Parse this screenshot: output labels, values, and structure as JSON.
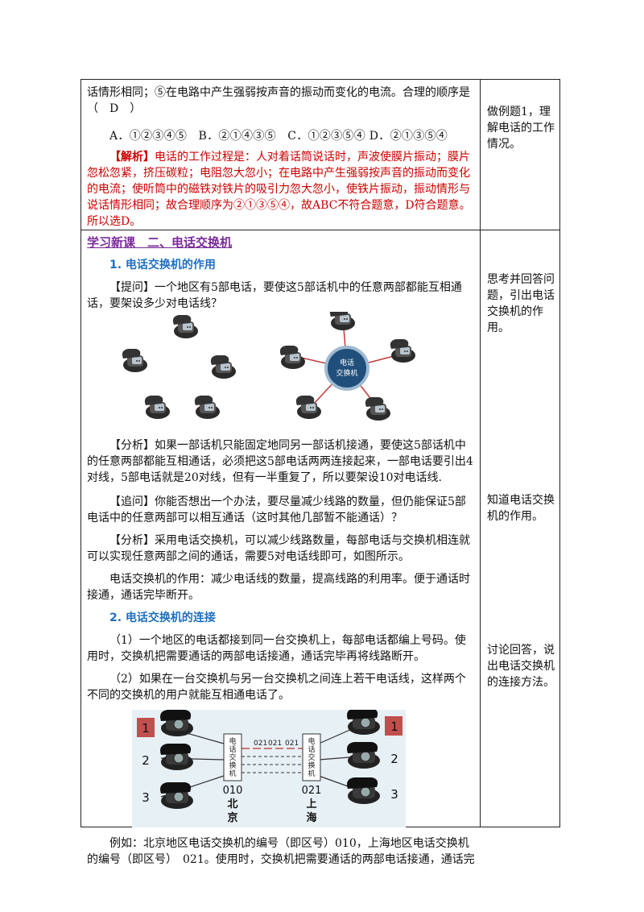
{
  "top": {
    "line1": "话情形相同；⑤在电路中产生强弱按声音的振动而变化的电流。合理的顺序是（　D　）",
    "options": "A．①②③④⑤　B．②①④③⑤　C．①②③⑤④ D．②①③⑤④",
    "analysis_tag": "【解析】",
    "analysis": "电话的工作过程是：人对着话筒说话时，声波使膜片振动；膜片忽松忽紧，挤压碳粒；电阻忽大忽小；在电路中产生强弱按声音的振动而变化的电流；使听筒中的磁铁对铁片的吸引力忽大忽小，使铁片振动，振动情形与说话情形相同；故合理顺序为②①③⑤④，故ABC不符合题意，D符合题意。所以选D。",
    "side": "做例题1，理解电话的工作情况。"
  },
  "section": {
    "title": "学习新课　二、电话交换机",
    "sub1": "1. 电话交换机的作用",
    "q1": "【提问】一个地区有5部电话，要使这5部话机中的任意两部都能互相通话，要架设多少对电话线？",
    "switch_label": "电话交换机",
    "a1": "【分析】如果一部话机只能固定地同另一部话机接通，要使这5部话机中的任意两部都能互相通话，必须把这5部电话两两连接起来，一部电话要引出4对线，5部电话就是20对线，但有一半重复了，所以要架设10对电话线.",
    "q2": "【追问】你能否想出一个办法，要尽量减少线路的数量，但仍能保证5部电话中的任意两部可以相互通话（这时其他几部暂不能通话）？",
    "a2": "【分析】采用电话交换机，可以减少线路数量，每部电话与交换机相连就可以实现任意两部之间的通话，需要5对电话线即可，如图所示。",
    "role": "电话交换机的作用：减少电话线的数量，提高线路的利用率。便于通话时接通，通话完毕断开。",
    "sub2": "2. 电话交换机的连接",
    "c1": "（1）一个地区的电话都接到同一台交换机上，每部电话都编上号码。使用时，交换机把需要通话的两部电话接通，通话完毕再将线路断开。",
    "c2": "（2）如果在一台交换机与另一台交换机之间连上若干电话线，这样两个不同的交换机的用户就能互相通电话了。",
    "example": "例如：北京地区电话交换机的编号（即区号）010，上海地区电话交换机的编号（即区号）　021。使用时，交换机把需要通话的两部电话接通，通话完"
  },
  "diagram": {
    "left_switch": "电话交换机",
    "right_switch": "电话交换机",
    "left_code": "010",
    "right_code": "021",
    "left_city": "北京",
    "right_city": "上海",
    "line_labels": [
      "021",
      "021",
      "021"
    ],
    "left_numbers": [
      "1",
      "2",
      "3"
    ],
    "right_numbers": [
      "1",
      "2",
      "3"
    ]
  },
  "side_notes": {
    "n1": "思考并回答问题，引出电话交换机的作用。",
    "n2": "知道电话交换机的作用。",
    "n3": "讨论回答，说出电话交换机的连接方法。"
  },
  "colors": {
    "red": "#cc0000",
    "purple": "#7a2a9a",
    "blue": "#1f6fbf",
    "highlight": "#c0504d",
    "switch_hub": "#1f4f7a"
  }
}
